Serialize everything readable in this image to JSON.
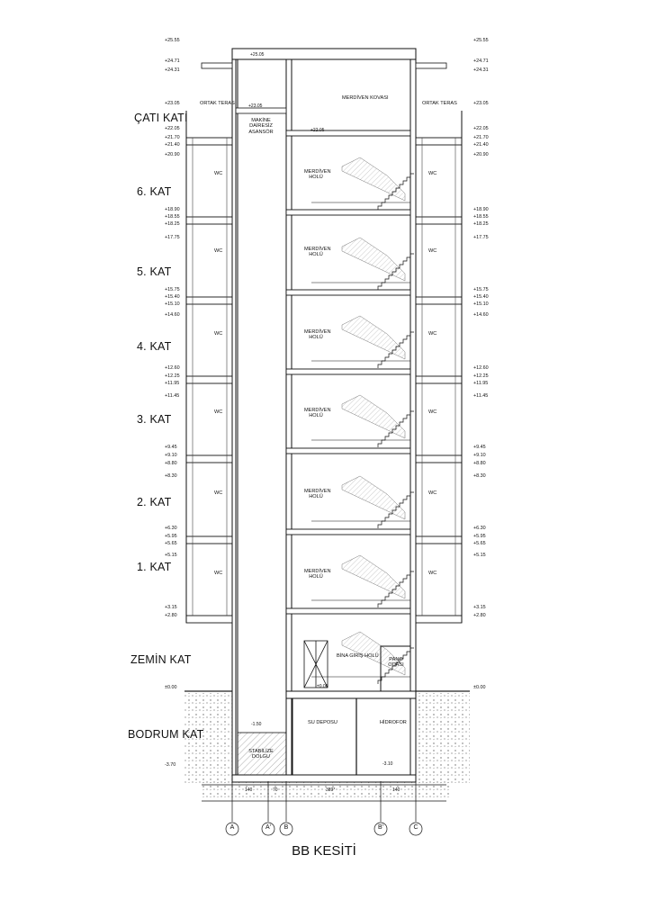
{
  "title": "BB KESİTİ",
  "floors": {
    "cati": "ÇATI KATI",
    "kat6": "6. KAT",
    "kat5": "5. KAT",
    "kat4": "4. KAT",
    "kat3": "3. KAT",
    "kat2": "2. KAT",
    "kat1": "1. KAT",
    "zemin": "ZEMİN KAT",
    "bodrum": "BODRUM KAT"
  },
  "elevations_left": [
    "+25.55",
    "+24.71",
    "+24.31",
    "+23.05",
    "+22.05",
    "+21.70",
    "+21.40",
    "+20.90",
    "+18.90",
    "+18.55",
    "+18.25",
    "+17.75",
    "+15.75",
    "+15.40",
    "+15.10",
    "+14.60",
    "+12.60",
    "+12.25",
    "+11.95",
    "+11.45",
    "+9.45",
    "+9.10",
    "+8.80",
    "+8.30",
    "+6.30",
    "+5.95",
    "+5.65",
    "+5.15",
    "+3.15",
    "+2.80",
    "±0.00",
    "-3.70"
  ],
  "elevations_right": [
    "+25.55",
    "+24.71",
    "+24.31",
    "+23.05",
    "+22.05",
    "+21.70",
    "+21.40",
    "+20.90",
    "+18.90",
    "+18.55",
    "+18.25",
    "+17.75",
    "+15.75",
    "+15.40",
    "+15.10",
    "+14.60",
    "+12.60",
    "+12.25",
    "+11.95",
    "+11.45",
    "+9.45",
    "+9.10",
    "+8.80",
    "+8.30",
    "+6.30",
    "+5.95",
    "+5.65",
    "+5.15",
    "+3.15",
    "+2.80",
    "±0.00"
  ],
  "rooms": {
    "ortak_teras": "ORTAK TERAS",
    "makine": "MAKİNE DAİRESİZ ASANSÖR",
    "merdiven_kovasi": "MERDİVEN KOVASI",
    "merdiven_holu": "MERDİVEN HOLÜ",
    "wc": "WC",
    "bina_giris": "BİNA GİRİŞ HOLÜ",
    "pano": "PANO ODASI",
    "su_deposu": "SU DEPOSU",
    "hidrofor": "HİDROFOR",
    "stabilize": "STABİLİZE DOLGU"
  },
  "levels": {
    "top": "+25.05",
    "makine_level": "+23.05",
    "stair_top": "+22.05",
    "zero": "±0.00",
    "pit": "-1.50",
    "basement": "-3.10"
  },
  "axes": [
    "A",
    "A'",
    "B",
    "B'",
    "C"
  ],
  "dimensions": [
    "140",
    "70",
    "389*",
    "140"
  ]
}
